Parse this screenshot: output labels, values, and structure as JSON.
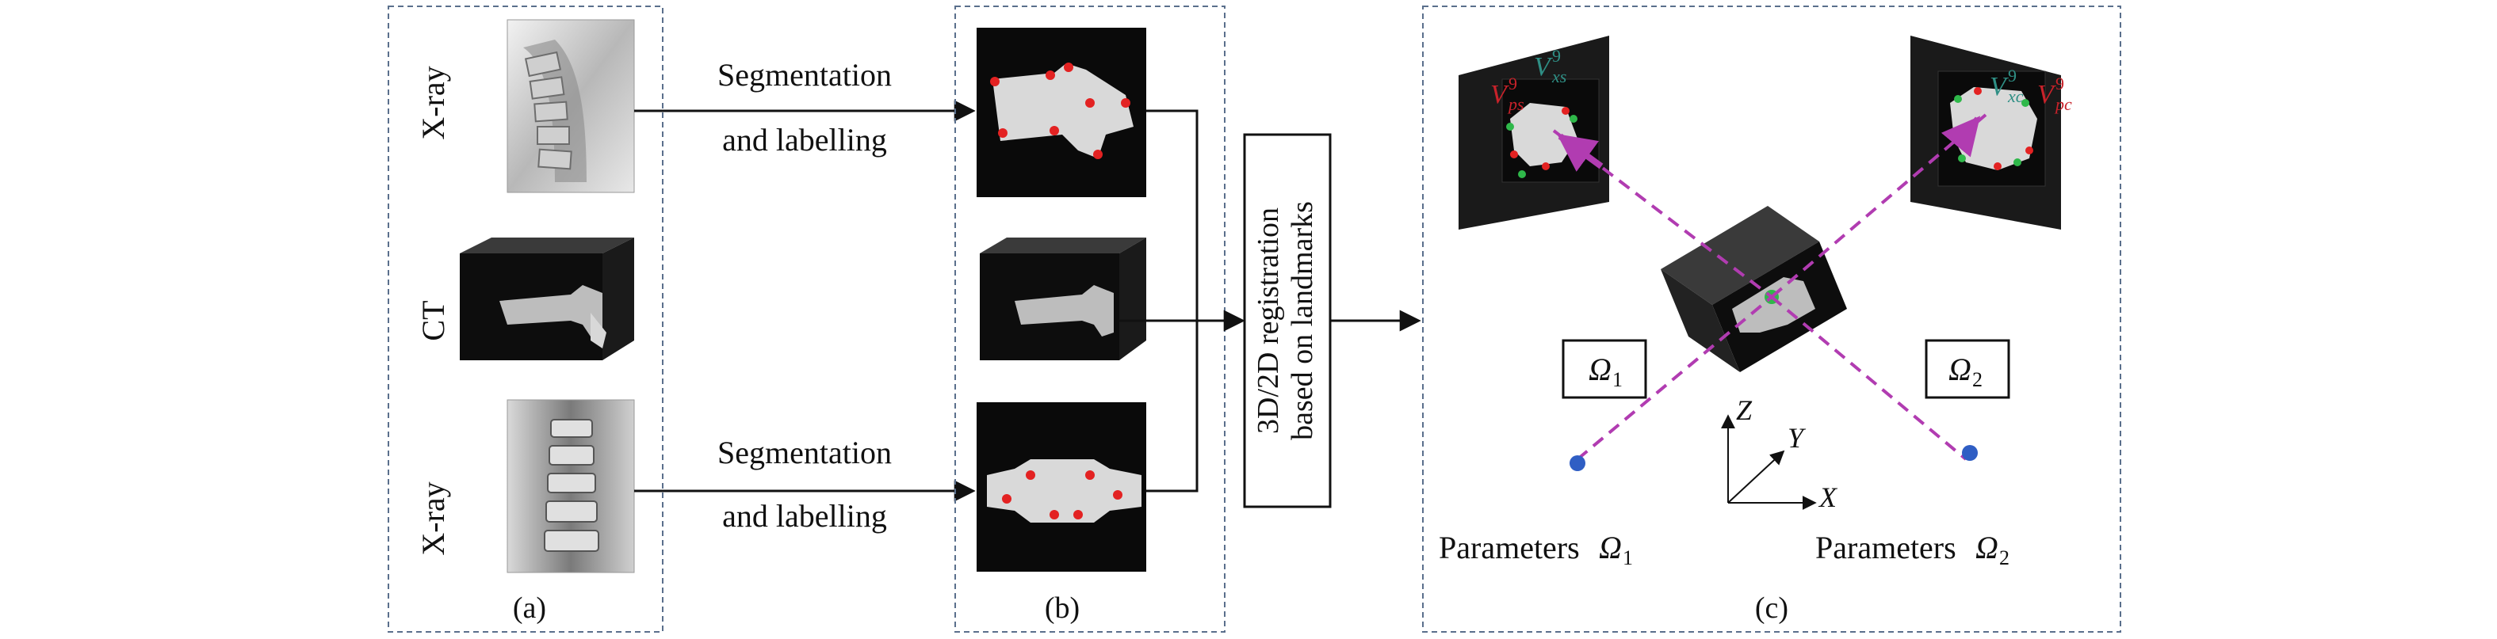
{
  "panels": {
    "a": {
      "caption": "(a)",
      "row_labels": [
        "X-ray",
        "CT",
        "X-ray"
      ]
    },
    "b": {
      "caption": "(b)"
    },
    "c": {
      "caption": "(c)",
      "omega1_box": "Ω",
      "omega1_sub": "1",
      "omega2_box": "Ω",
      "omega2_sub": "2",
      "param1_text": "Parameters ",
      "param1_sym": "Ω",
      "param1_sub": "1",
      "param2_text": "Parameters ",
      "param2_sym": "Ω",
      "param2_sub": "2",
      "axis_z": "Z",
      "axis_y": "Y",
      "axis_x": "X",
      "v_xs": "V",
      "v_xs_sup": "9",
      "v_xs_sub": "xs",
      "v_ps": "V",
      "v_ps_sup": "9",
      "v_ps_sub": "ps",
      "v_xc": "V",
      "v_xc_sup": "9",
      "v_xc_sub": "xc",
      "v_pc": "V",
      "v_pc_sup": "9",
      "v_pc_sub": "pc"
    }
  },
  "arrows": {
    "seg_top_line1": "Segmentation",
    "seg_top_line2": "and labelling",
    "seg_bottom_line1": "Segmentation",
    "seg_bottom_line2": "and labelling"
  },
  "registration_box": {
    "line1": "3D/2D registration",
    "line2": "based on landmarks"
  },
  "colors": {
    "frame_dash": "#5a6f8c",
    "landmark_red": "#e32222",
    "landmark_green": "#2fb84a",
    "projection_magenta": "#b13cb1",
    "label_teal": "#2f8f85",
    "label_red": "#c8222a",
    "source_blue": "#2f5ec4"
  }
}
